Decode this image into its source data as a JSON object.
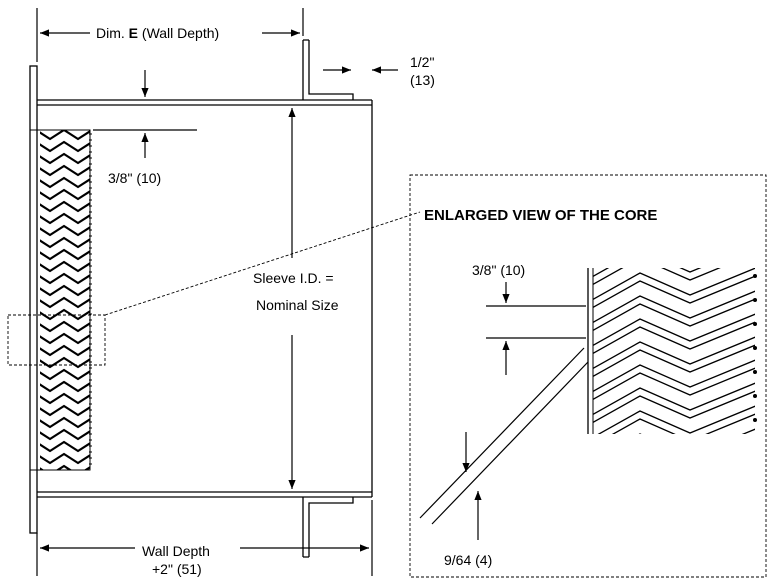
{
  "labels": {
    "dim_e_prefix": "Dim. ",
    "dim_e_letter": "E",
    "dim_e_suffix": " (Wall Depth)",
    "flange_width": "1/2\"",
    "flange_width_mm": "(13)",
    "gap_main": "3/8\" (10)",
    "sleeve_line1": "Sleeve I.D.  =",
    "sleeve_line2": "Nominal Size",
    "enlarged_title": "ENLARGED VIEW OF THE CORE",
    "gap_enlarged": "3/8\" (10)",
    "blade_thickness": "9/64 (4)",
    "wall_depth_line1": "Wall Depth",
    "wall_depth_line2": "+2\" (51)"
  },
  "colors": {
    "line": "#000000",
    "background": "#ffffff"
  }
}
